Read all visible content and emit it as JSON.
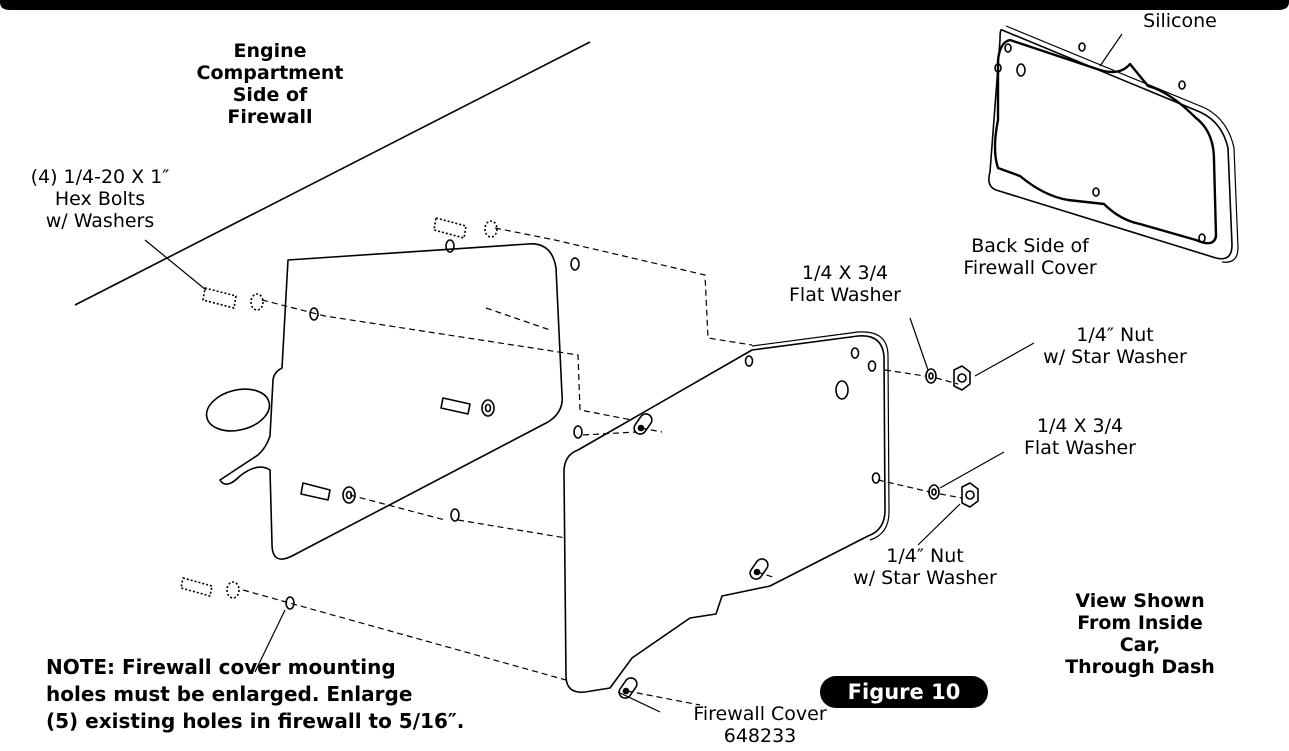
{
  "labels": {
    "engine_side": "Engine\nCompartment\nSide of\nFirewall",
    "hex_bolts": "(4) 1/4-20 X 1″\nHex Bolts\nw/ Washers",
    "silicone": "Silicone",
    "back_side": "Back Side of\nFirewall Cover",
    "flat_washer_1": "1/4 X 3/4\nFlat Washer",
    "nut_1": "1/4″ Nut\nw/ Star Washer",
    "flat_washer_2": "1/4 X 3/4\nFlat Washer",
    "nut_2": "1/4″ Nut\nw/ Star Washer",
    "view_shown": "View Shown\nFrom Inside Car,\nThrough Dash",
    "figure": "Figure 10",
    "firewall_cover": "Firewall Cover\n648233",
    "note": "NOTE: Firewall cover mounting\nholes must be enlarged. Enlarge\n(5) existing holes in firewall to 5/16″."
  }
}
